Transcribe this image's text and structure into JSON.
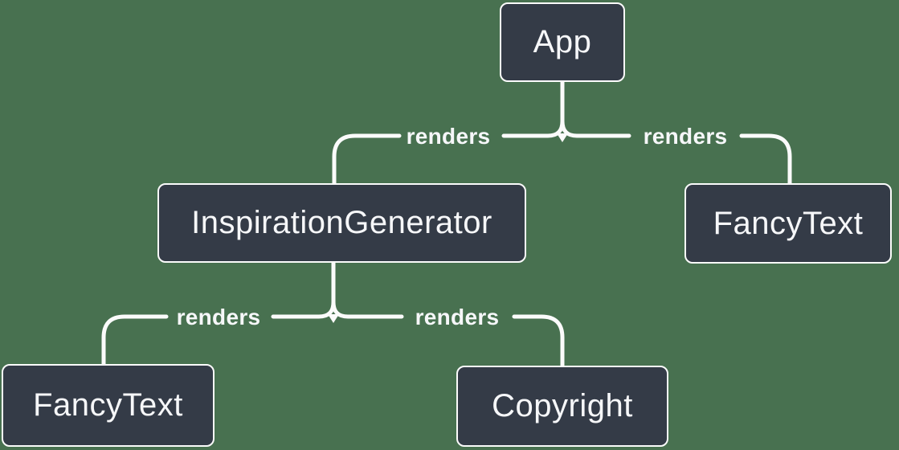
{
  "diagram": {
    "title": "render-tree",
    "colors": {
      "background": "#487150",
      "node_fill": "#343B47",
      "node_border": "#FBFBFB",
      "connector": "#FBFBFB",
      "text": "#F6F7F9"
    },
    "nodes": {
      "app": {
        "label": "App"
      },
      "inspiration_generator": {
        "label": "InspirationGenerator"
      },
      "fancy_text_top_right": {
        "label": "FancyText"
      },
      "fancy_text_bottom_left": {
        "label": "FancyText"
      },
      "copyright": {
        "label": "Copyright"
      }
    },
    "edges": {
      "app_to_inspiration_generator": {
        "label": "renders"
      },
      "app_to_fancy_text": {
        "label": "renders"
      },
      "inspiration_generator_to_fancy_text": {
        "label": "renders"
      },
      "inspiration_generator_to_copyright": {
        "label": "renders"
      }
    }
  }
}
